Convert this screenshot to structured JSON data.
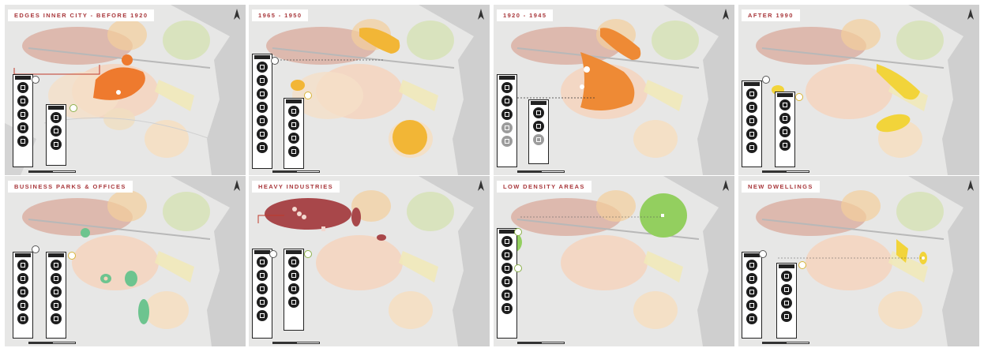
{
  "colors": {
    "orange": "#ee7a2e",
    "yellow_gold": "#f2b636",
    "yellow": "#f2d43a",
    "green_teal": "#6dc48f",
    "dark_red": "#a8474a",
    "light_green": "#93cf5f",
    "title_red": "#a8373b",
    "water_grey": "#cfcfcf",
    "land_grey": "#e7e7e6"
  },
  "panels": [
    {
      "title": "EDGES INNER CITY - BEFORE 1920",
      "highlight_color": "#ee7a2e"
    },
    {
      "title": "1965 - 1950",
      "highlight_color": "#f2b636"
    },
    {
      "title": "1920 - 1945",
      "highlight_color": "#ee8a35"
    },
    {
      "title": "AFTER 1990",
      "highlight_color": "#f2d43a"
    },
    {
      "title": "BUSINESS PARKS & OFFICES",
      "highlight_color": "#6dc48f"
    },
    {
      "title": "HEAVY INDUSTRIES",
      "highlight_color": "#a8474a"
    },
    {
      "title": "LOW DENSITY AREAS",
      "highlight_color": "#93cf5f"
    },
    {
      "title": "NEW DWELLINGS",
      "highlight_color": "#f2d43a"
    }
  ],
  "icons": {
    "north_arrow": "north-arrow-icon",
    "legend_symbol": "circle-building-icon"
  }
}
